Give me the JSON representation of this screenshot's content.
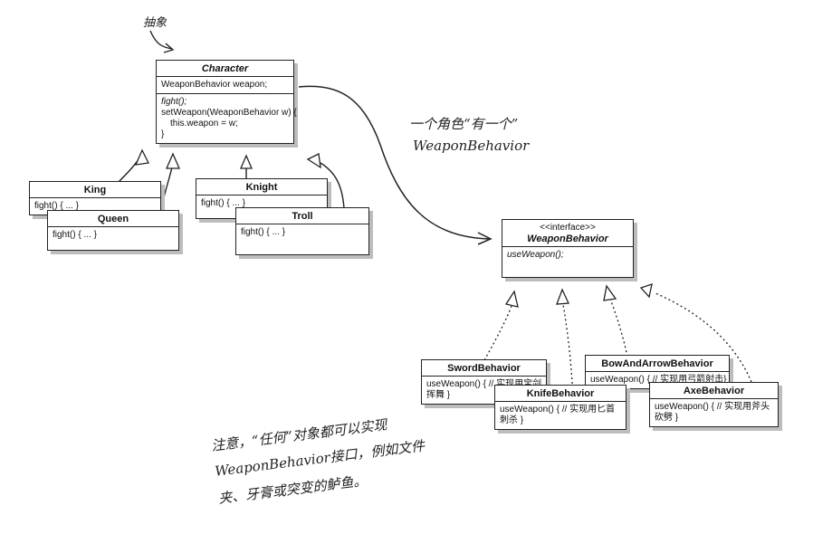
{
  "annotations": {
    "abstract": "抽象",
    "has_a_line1": "一个角色“有一个”",
    "has_a_line2": "WeaponBehavior",
    "note_line1": "注意，“任何”对象都可以实现",
    "note_line2": "WeaponBehavior接口，例如文件",
    "note_line3": "夹、牙膏或突变的鲈鱼。"
  },
  "character": {
    "name": "Character",
    "field": "WeaponBehavior weapon;",
    "m1": "fight();",
    "m2": "setWeapon(WeaponBehavior w) {",
    "m3": "this.weapon = w;",
    "m4": "}"
  },
  "king": {
    "name": "King",
    "m": "fight() { ... }"
  },
  "queen": {
    "name": "Queen",
    "m": "fight() { ... }"
  },
  "knight": {
    "name": "Knight",
    "m": "fight() { ... }"
  },
  "troll": {
    "name": "Troll",
    "m": "fight() { ... }"
  },
  "weapon_behavior": {
    "stereotype": "<<interface>>",
    "name": "WeaponBehavior",
    "m": "useWeapon();"
  },
  "sword": {
    "name": "SwordBehavior",
    "m1": "useWeapon() { // 实现用宝剑",
    "m2": "挥舞 }"
  },
  "knife": {
    "name": "KnifeBehavior",
    "m1": "useWeapon() { // 实现用匕首",
    "m2": "刺杀 }"
  },
  "bow": {
    "name": "BowAndArrowBehavior",
    "m1": "useWeapon() { // 实现用弓箭射击}"
  },
  "axe": {
    "name": "AxeBehavior",
    "m1": "useWeapon() { // 实现用斧头",
    "m2": "砍劈 }"
  }
}
